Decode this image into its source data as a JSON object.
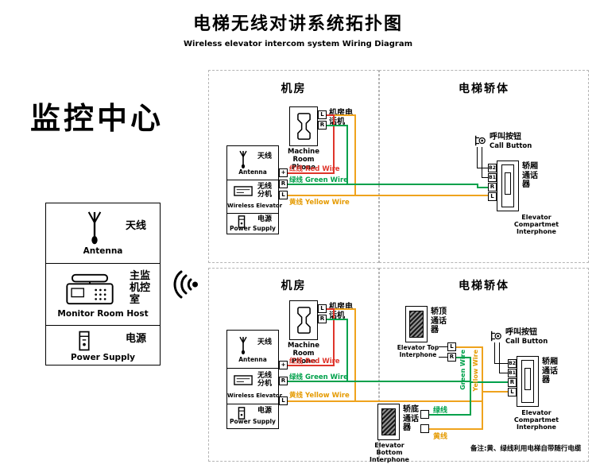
{
  "header": {
    "title_zh": "电梯无线对讲系统拓扑图",
    "title_en": "Wireless elevator intercom system Wiring Diagram"
  },
  "monitor": {
    "heading": "监控中心",
    "antenna_zh": "天线",
    "antenna_en": "Antenna",
    "host_zh": "主监机控室",
    "host_en": "Monitor Room Host",
    "power_zh": "电源",
    "power_en": "Power Supply"
  },
  "labels": {
    "machine_room": "机房",
    "elevator_car": "电梯轿体"
  },
  "machine_room": {
    "phone_zh": "机房电话机",
    "phone_en": "Machine Room Phone",
    "phone_terminals": [
      "L",
      "R"
    ],
    "wireless": {
      "antenna_zh": "天线",
      "antenna_en": "Antenna",
      "ext_zh": "无线分机",
      "ext_en": "Wireless Elevator",
      "power_zh": "电源",
      "power_en": "Power Supply",
      "terminals": [
        "+",
        "R",
        "L"
      ]
    },
    "wire_red": "红线 Red Wire",
    "wire_green": "绿线 Green Wire",
    "wire_yellow": "黄线 Yellow Wire"
  },
  "car": {
    "call_zh": "呼叫按钮",
    "call_en": "Call Button",
    "compartment_zh": "轿厢通话器",
    "compartment_en": "Elevator Compartmet Interphone",
    "compartment_terminals": [
      "B2",
      "B1",
      "R",
      "L"
    ],
    "top_zh": "轿顶通话器",
    "top_en": "Elevator Top Interphone",
    "top_terminals": [
      "L",
      "R"
    ],
    "bottom_zh": "轿底通话器",
    "bottom_en": "Elevator Bottom Interphone",
    "green_vertical": "Green Wire",
    "yellow_vertical": "Yellow Wire",
    "green_branch": "绿线",
    "yellow_branch": "黄线"
  },
  "note": "备注:黄、绿线利用电梯自带随行电缆",
  "colors": {
    "red": "#df352b",
    "green": "#00a14b",
    "yellow": "#efa31d"
  }
}
